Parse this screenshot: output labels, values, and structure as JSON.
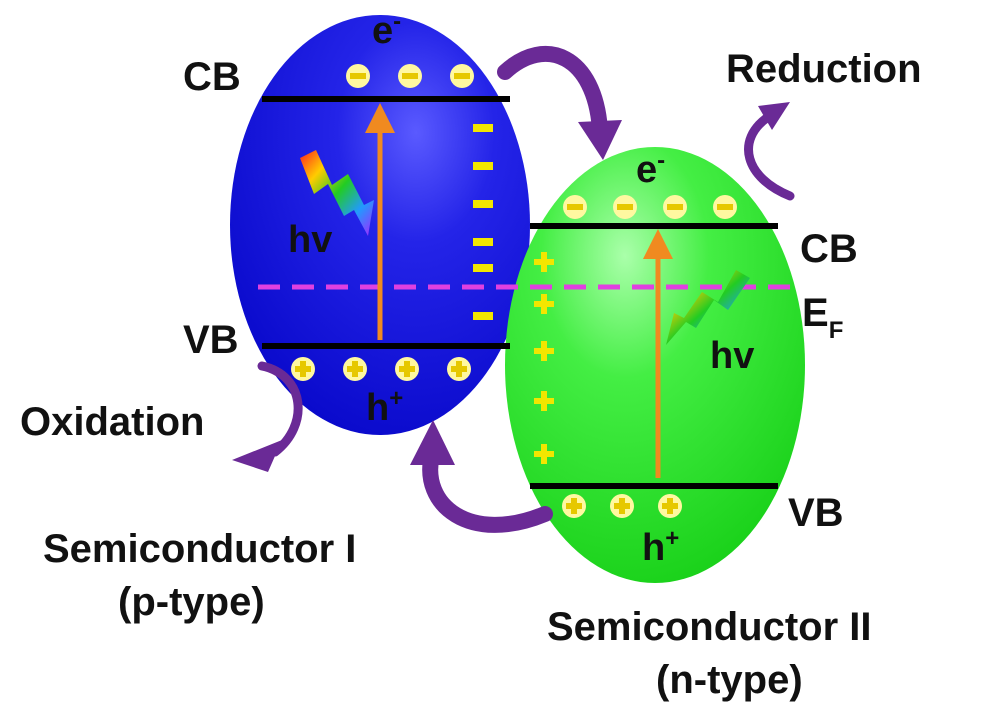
{
  "semiconductor_1": {
    "name": "Semiconductor I",
    "type": "(p-type)",
    "color": "#1a1ae0",
    "cb": "CB",
    "vb": "VB",
    "electron": "e",
    "electron_sup": "-",
    "hole": "h",
    "hole_sup": "+",
    "photon": "hv",
    "process": "Oxidation"
  },
  "semiconductor_2": {
    "name": "Semiconductor II",
    "type": "(n-type)",
    "color": "#22e022",
    "cb": "CB",
    "vb": "VB",
    "electron": "e",
    "electron_sup": "-",
    "hole": "h",
    "hole_sup": "+",
    "photon": "hv",
    "process": "Reduction"
  },
  "fermi_level": {
    "label": "E",
    "subscript": "F",
    "color": "#e040e0"
  },
  "arrow_color": "#6a2a96",
  "excitation_arrow_color": "#f08a20",
  "charge_symbol_color": "#f2e600",
  "symbols": {
    "minus": "−",
    "plus": "+"
  }
}
